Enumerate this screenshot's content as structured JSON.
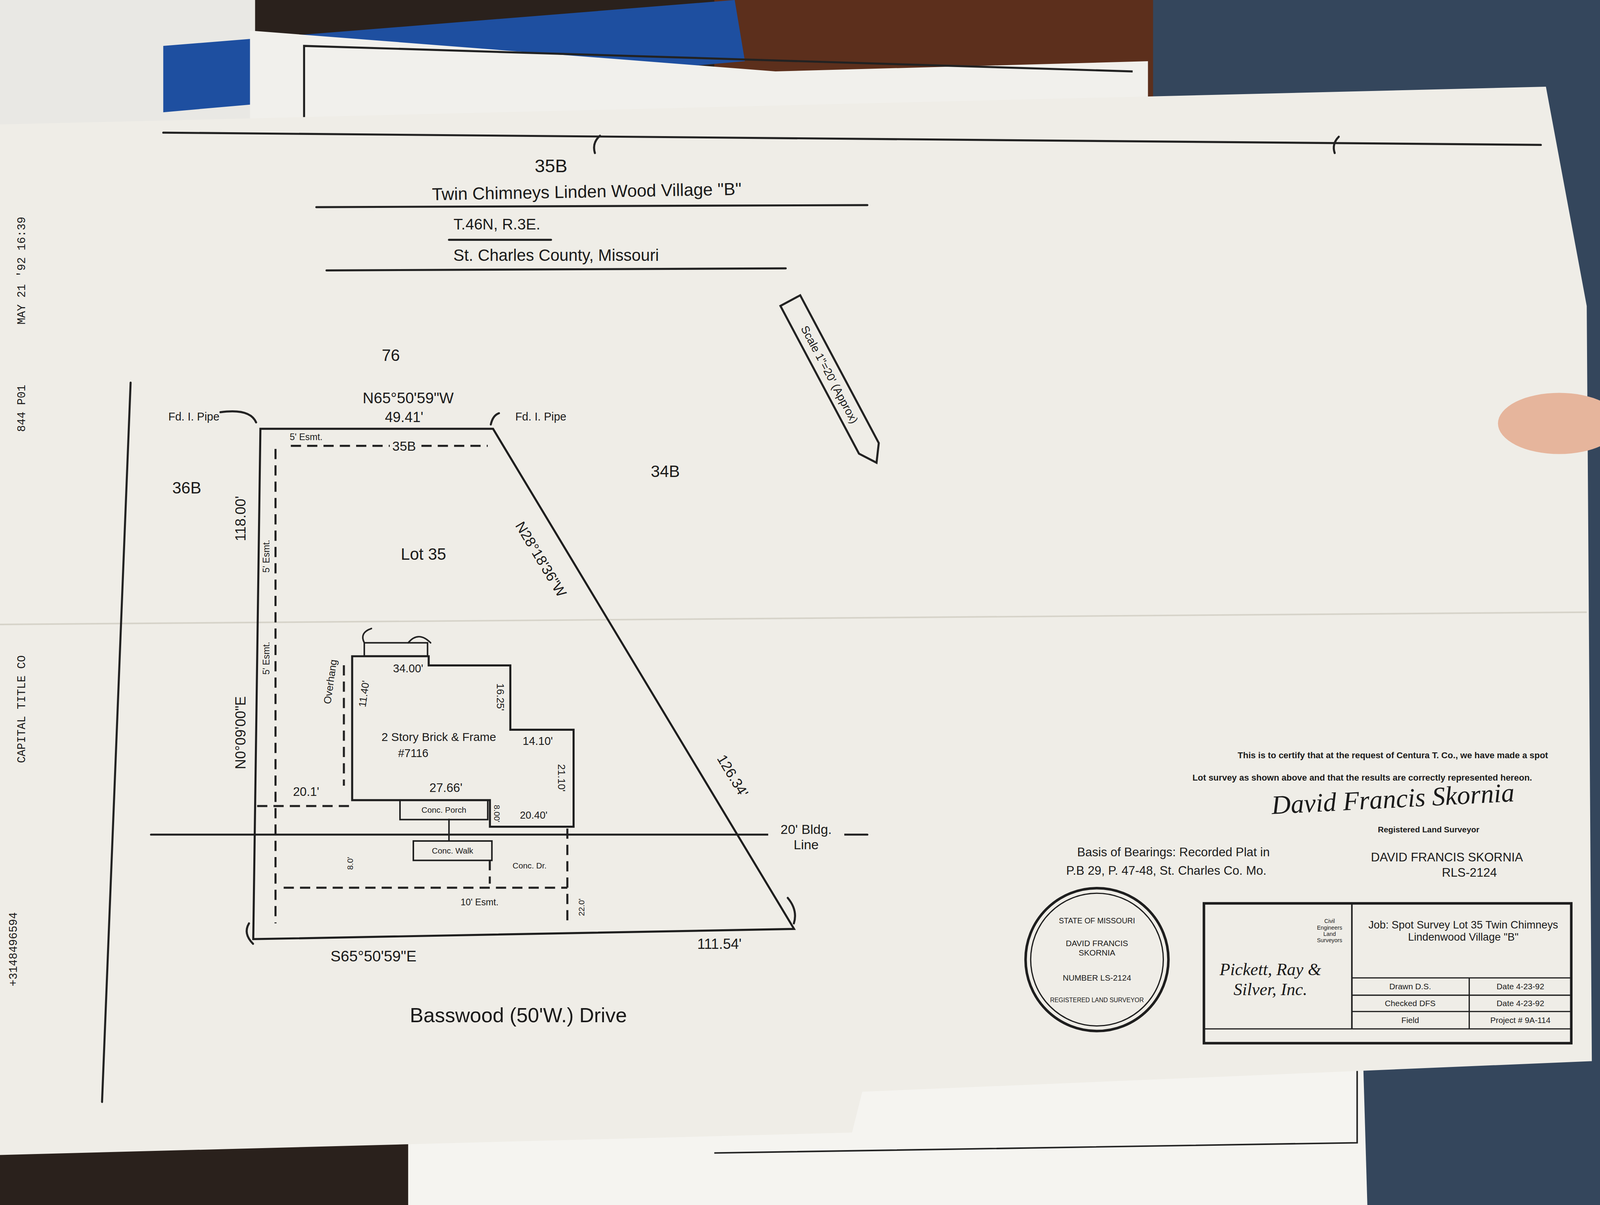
{
  "diagram": {
    "title": "Twin Chimneys Linden Wood Village \"B\"",
    "nodes": [
      {
        "text": [
          "Lot 35"
        ]
      },
      {
        "text": [
          "2 Story Brick & Frame",
          "#7116"
        ],
        "in": 0
      },
      {
        "text": [
          "Conc. Porch"
        ],
        "in": 0
      },
      {
        "text": [
          "Conc. Walk"
        ],
        "in": 0
      },
      {
        "text": [
          "STATE OF MISSOURI",
          "DAVID FRANCIS SKORNIA",
          "NUMBER LS-2124",
          "REGISTERED LAND SURVEYOR"
        ]
      },
      {
        "text": [
          "Civil Engineers Land Surveyors",
          "Pickett, Ray & Silver, Inc.",
          "Job: Spot Survey Lot 35 Twin Chimneys Lindenwood Village \"B\"",
          "Drawn D.S.",
          "Date 4-23-92",
          "Checked DFS",
          "Date 4-23-92",
          "Field",
          "Project # 9A-114"
        ]
      }
    ],
    "labels": [
      "35B",
      "T.46N, R.3E.",
      "St. Charles County, Missouri",
      "Scale 1\"=20' (Approx)",
      "76",
      "Fd. I. Pipe",
      "N65°50'59\"W",
      "49.41'",
      "Fd. I. Pipe",
      "5' Esmt.",
      "35B",
      "34B",
      "36B",
      "118.00'",
      "5' Esmt.",
      "N28°18'36\"W",
      "N0°09'00\"E",
      "5' Esmt.",
      "Overhang",
      "34.00'",
      "16.25'",
      "11.40'",
      "126.34'",
      "14.10'",
      "21.10'",
      "20.1'",
      "27.66'",
      "8.00'",
      "20.40'",
      "20' Bldg. Line",
      "8.0'",
      "Conc. Dr.",
      "22.0'",
      "10' Esmt.",
      "S65°50'59\"E",
      "111.54'",
      "Basswood (50'W.) Drive",
      "+3148496594",
      "CAPITAL TITLE CO",
      "844 P01",
      "MAY 21 '92 16:39",
      "This is to certify that at the request of Centura T. Co., we have made a spot",
      "Lot survey as shown above and that the results are correctly represented hereon.",
      "David Francis Skornia",
      "Registered Land Surveyor",
      "DAVID FRANCIS SKORNIA",
      "RLS-2124",
      "Basis of Bearings: Recorded Plat in",
      "P.B 29, P. 47-48, St. Charles Co. Mo."
    ]
  }
}
